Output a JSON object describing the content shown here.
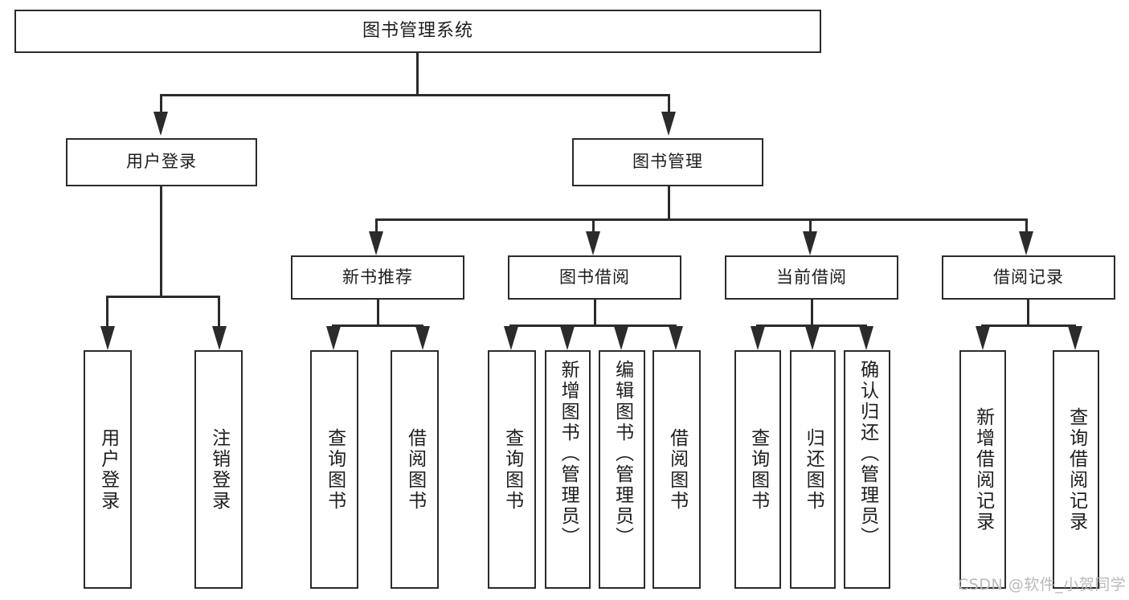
{
  "diagram": {
    "type": "tree-hierarchy-chart",
    "title": "图书管理系统",
    "levels": 4,
    "root": {
      "id": "root",
      "label": "图书管理系统"
    },
    "level1": [
      {
        "id": "user-login",
        "label": "用户登录"
      },
      {
        "id": "book-management",
        "label": "图书管理"
      }
    ],
    "level2": [
      {
        "id": "new-book-recommend",
        "label": "新书推荐",
        "parent": "book-management"
      },
      {
        "id": "book-borrow",
        "label": "图书借阅",
        "parent": "book-management"
      },
      {
        "id": "current-borrow",
        "label": "当前借阅",
        "parent": "book-management"
      },
      {
        "id": "borrow-record",
        "label": "借阅记录",
        "parent": "book-management"
      }
    ],
    "leaves": {
      "user_login": [
        {
          "id": "leaf-user-login",
          "label": "用户登录"
        },
        {
          "id": "leaf-logout-login",
          "label": "注销登录"
        }
      ],
      "new_book_recommend": [
        {
          "id": "leaf-query-book-1",
          "label": "查询图书"
        },
        {
          "id": "leaf-borrow-book-1",
          "label": "借阅图书"
        }
      ],
      "book_borrow": [
        {
          "id": "leaf-query-book-2",
          "label": "查询图书"
        },
        {
          "id": "leaf-add-book",
          "label": "新增图书（管理员）"
        },
        {
          "id": "leaf-edit-book",
          "label": "编辑图书（管理员）"
        },
        {
          "id": "leaf-borrow-book-2",
          "label": "借阅图书"
        }
      ],
      "current_borrow": [
        {
          "id": "leaf-query-book-3",
          "label": "查询图书"
        },
        {
          "id": "leaf-return-book",
          "label": "归还图书"
        },
        {
          "id": "leaf-confirm-return",
          "label": "确认归还（管理员）"
        }
      ],
      "borrow_record": [
        {
          "id": "leaf-add-record",
          "label": "新增借阅记录"
        },
        {
          "id": "leaf-query-record",
          "label": "查询借阅记录"
        }
      ]
    }
  },
  "watermark": {
    "text": "CSDN @软件_小贺同学"
  },
  "colors": {
    "stroke": "#2b2b2b",
    "text": "#1d1d1d",
    "background": "#ffffff",
    "watermark": "#b9b9b9"
  }
}
